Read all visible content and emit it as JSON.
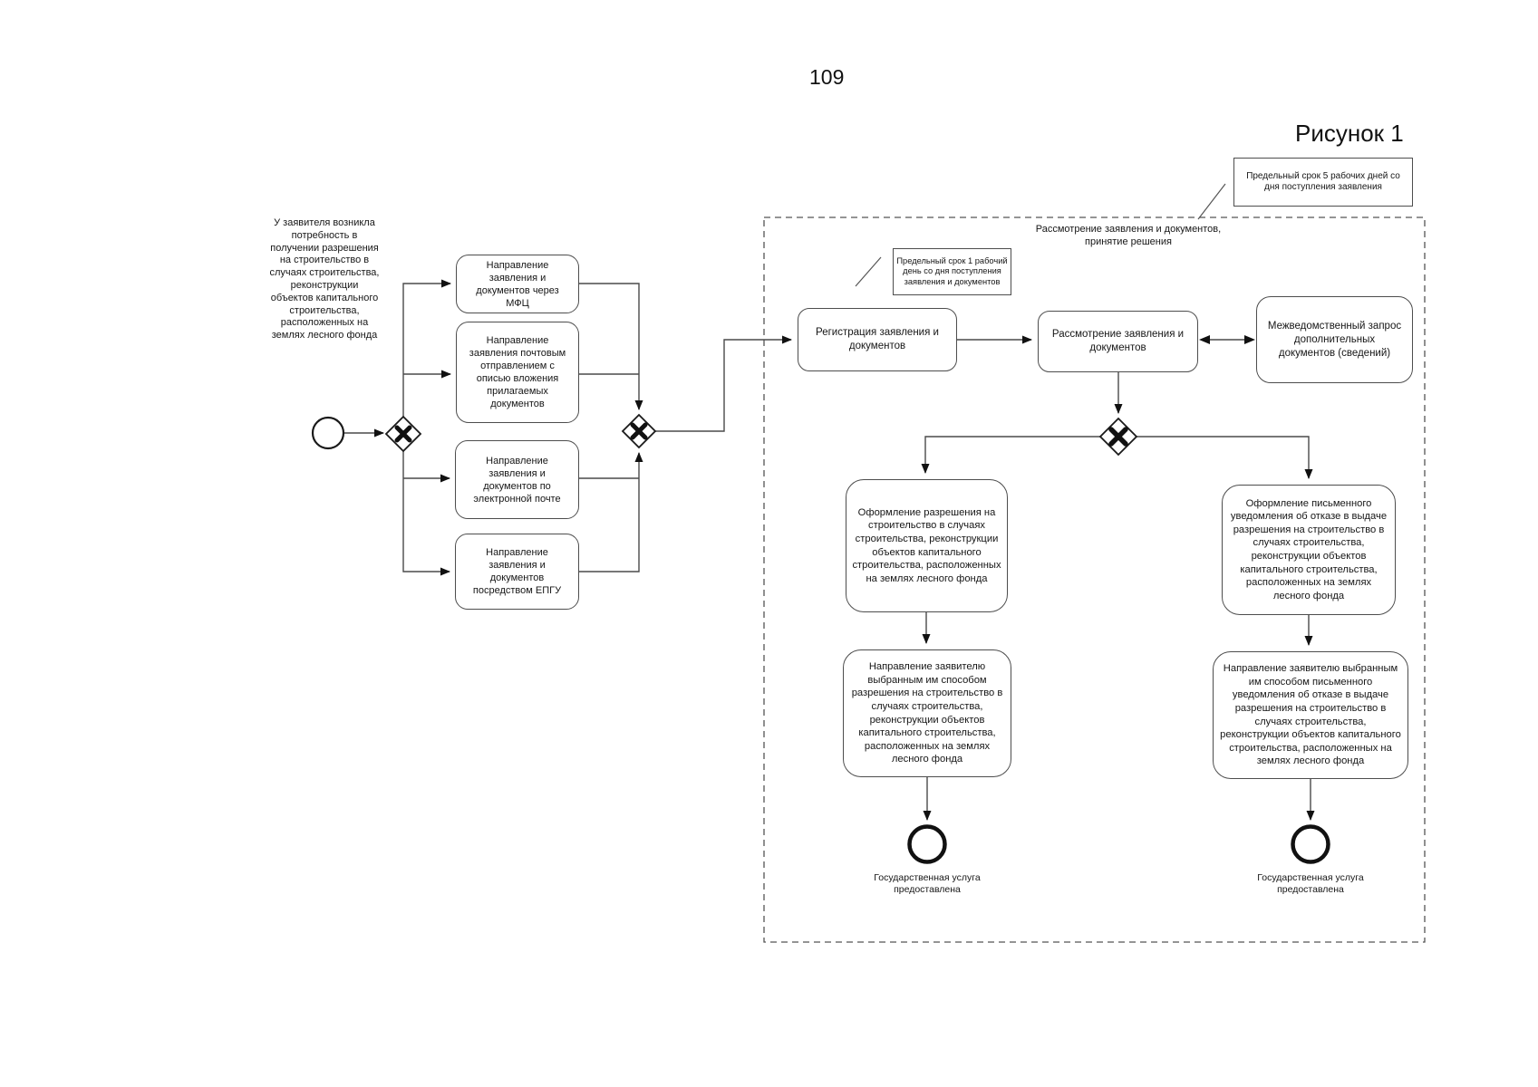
{
  "page": {
    "number": "109",
    "figure_caption": "Рисунок 1"
  },
  "start_event": {
    "description": "У заявителя возникла потребность в получении разрешения на строительство в случаях строительства, реконструкции объектов капитального строительства, расположенных на землях лесного фонда"
  },
  "submission_options": [
    {
      "label": "Направление заявления и документов через МФЦ"
    },
    {
      "label": "Направление заявления почтовым отправлением с описью вложения прилагаемых документов"
    },
    {
      "label": "Направление заявления и документов по электронной почте"
    },
    {
      "label": "Направление заявления и документов посредством ЕПГУ"
    }
  ],
  "annotations": {
    "five_days": {
      "text": "Предельный срок 5 рабочих дней со дня поступления заявления"
    },
    "one_day": {
      "text": "Предельный срок 1 рабочий день со дня поступления заявления и документов"
    }
  },
  "subprocess": {
    "title": "Рассмотрение заявления и документов, принятие решения",
    "tasks": {
      "registration": {
        "label": "Регистрация заявления и документов"
      },
      "review": {
        "label": "Рассмотрение заявления и документов"
      },
      "interagency_request": {
        "label": "Межведомственный запрос дополнительных документов (сведений)"
      },
      "issue_permit": {
        "label": "Оформление разрешения на строительство в случаях строительства, реконструкции объектов капитального строительства, расположенных на землях лесного фонда"
      },
      "send_permit": {
        "label": "Направление заявителю выбранным им способом разрешения на строительство в случаях строительства, реконструкции объектов капитального строительства, расположенных на землях лесного фонда"
      },
      "issue_refusal": {
        "label": "Оформление письменного уведомления об отказе в выдаче разрешения на строительство в случаях строительства, реконструкции объектов капитального строительства, расположенных на землях лесного фонда"
      },
      "send_refusal": {
        "label": "Направление заявителю выбранным им способом письменного уведомления об отказе в выдаче разрешения на строительство в случаях строительства, реконструкции объектов капитального строительства, расположенных на землях лесного фонда"
      }
    },
    "end_events": {
      "permit_provided": {
        "label": "Государственная услуга предоставлена"
      },
      "refusal_provided": {
        "label": "Государственная услуга предоставлена"
      }
    }
  },
  "colors": {
    "line": "#4a4a4a",
    "box_border": "#4d4d4d",
    "text": "#161616",
    "background": "#ffffff"
  }
}
